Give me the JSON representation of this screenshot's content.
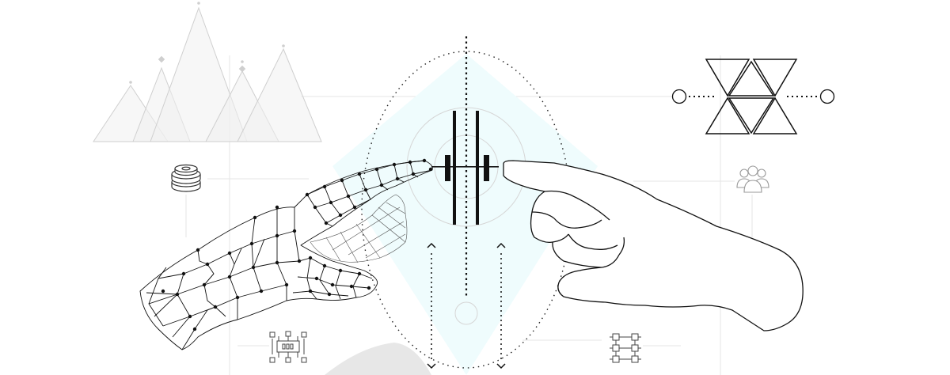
{
  "scene": {
    "colors": {
      "background": "#ffffff",
      "ink": "#111111",
      "diamond_fill": "#effcfd",
      "faint_line": "#e6e6e6",
      "light_grey": "#cfcfcf",
      "peak_fill": "#f1f1f1",
      "mound": "#e7e7e7"
    },
    "elements": [
      "wireframe-robot-hand",
      "line-art-human-hand",
      "mountain-peaks-chart",
      "database-stack-icon",
      "users-group-icon",
      "triangle-pattern-logo",
      "circuit-chip-icon",
      "network-blocks-icon"
    ]
  }
}
